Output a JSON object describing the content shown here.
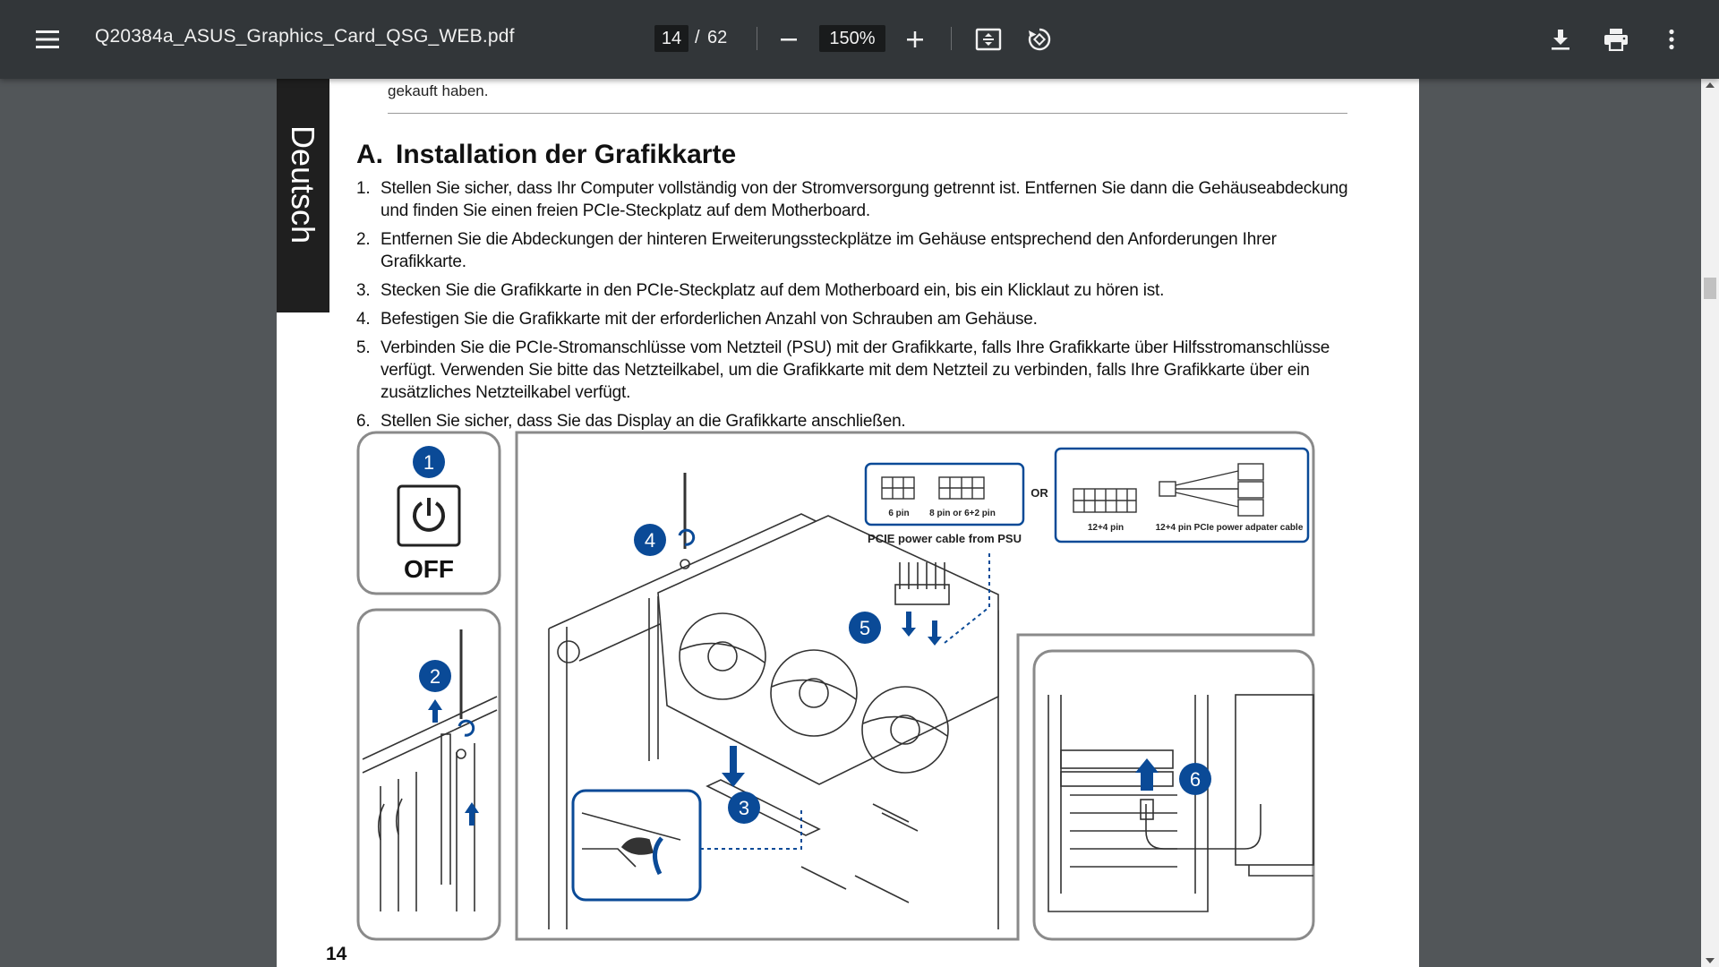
{
  "toolbar": {
    "menu_icon": "hamburger-menu-icon",
    "title": "Q20384a_ASUS_Graphics_Card_QSG_WEB.pdf",
    "current_page": "14",
    "page_separator": "/",
    "total_pages": "62",
    "zoom_out_icon": "minus-icon",
    "zoom": "150%",
    "zoom_in_icon": "plus-icon",
    "fit_icon": "fit-to-page-icon",
    "rotate_icon": "rotate-icon",
    "download_icon": "download-icon",
    "print_icon": "print-icon",
    "more_icon": "more-vertical-icon"
  },
  "page": {
    "side_tab": "Deutsch",
    "prev_text": "gekauft haben.",
    "heading_letter": "A.",
    "heading_text": "Installation der Grafikkarte",
    "steps": [
      {
        "num": "1.",
        "text": "Stellen Sie sicher, dass Ihr Computer vollständig von der Stromversorgung getrennt ist. Entfernen Sie dann die Gehäuseabdeckung und finden Sie einen freien PCIe-Steckplatz auf dem Motherboard."
      },
      {
        "num": "2.",
        "text": "Entfernen Sie die Abdeckungen der hinteren Erweiterungssteckplätze im Gehäuse entsprechend den Anforderungen Ihrer Grafikkarte."
      },
      {
        "num": "3.",
        "text": "Stecken Sie die Grafikkarte in den PCIe-Steckplatz auf dem Motherboard ein, bis ein Klicklaut zu hören ist."
      },
      {
        "num": "4.",
        "text": "Befestigen Sie die Grafikkarte mit der erforderlichen Anzahl von Schrauben am Gehäuse."
      },
      {
        "num": "5.",
        "text": "Verbinden Sie die PCIe-Stromanschlüsse vom Netzteil (PSU) mit der Grafikkarte, falls Ihre Grafikkarte über Hilfsstromanschlüsse verfügt. Verwenden Sie bitte das Netzteilkabel, um die Grafikkarte mit dem Netzteil zu verbinden, falls Ihre Grafikkarte über ein zusätzliches Netzteilkabel verfügt."
      },
      {
        "num": "6.",
        "text": "Stellen Sie sicher, dass Sie das Display an die Grafikkarte anschließen."
      }
    ],
    "page_number": "14"
  },
  "illustration": {
    "off_label": "OFF",
    "callouts": [
      "1",
      "2",
      "3",
      "4",
      "5",
      "6"
    ],
    "pin_6": "6 pin",
    "pin_8": "8 pin or 6+2 pin",
    "pcie_cable": "PCIE power cable from PSU",
    "or": "OR",
    "pin_12": "12+4 pin",
    "adapter": "12+4 pin PCIe power adpater cable",
    "accent_color": "#0a4a97"
  }
}
